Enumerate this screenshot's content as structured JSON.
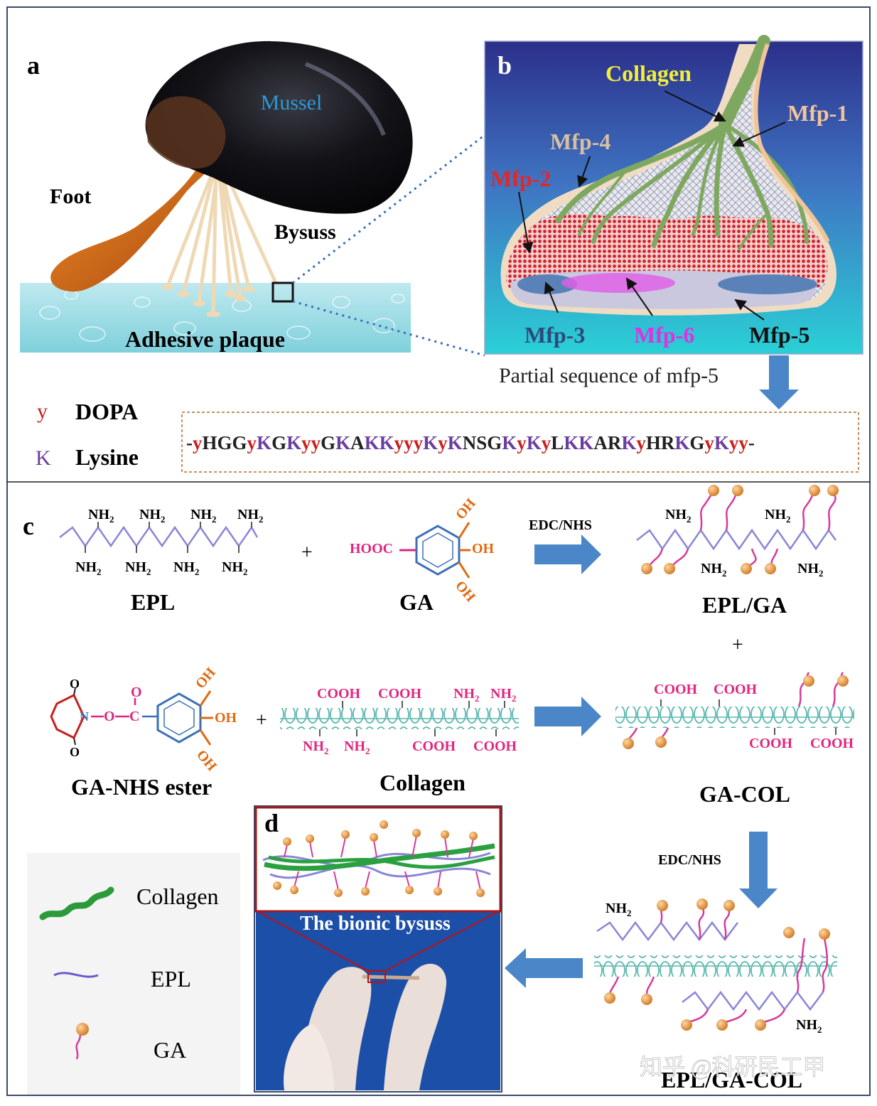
{
  "panel_a": {
    "letter": "a",
    "mussel": "Mussel",
    "foot": "Foot",
    "bysuss": "Bysuss",
    "plaque": "Adhesive plaque"
  },
  "panel_b": {
    "letter": "b",
    "collagen": "Collagen",
    "mfp1": "Mfp-1",
    "mfp2": "Mfp-2",
    "mfp3": "Mfp-3",
    "mfp4": "Mfp-4",
    "mfp5": "Mfp-5",
    "mfp6": "Mfp-6"
  },
  "sequence": {
    "caption": "Partial sequence of mfp-5",
    "legend": [
      {
        "symbol": "y",
        "name": "DOPA",
        "color": "#c8201e"
      },
      {
        "symbol": "K",
        "name": "Lysine",
        "color": "#6a3ea1"
      }
    ],
    "residues": [
      "-",
      "y",
      "H",
      "G",
      "G",
      "y",
      "K",
      "G",
      "K",
      "y",
      "y",
      "G",
      "K",
      "A",
      "K",
      "K",
      "y",
      "y",
      "y",
      "K",
      "y",
      "K",
      "N",
      "S",
      "G",
      "K",
      "y",
      "K",
      "y",
      "L",
      "K",
      "K",
      "A",
      "R",
      "K",
      "y",
      "H",
      "R",
      "K",
      "G",
      "y",
      "K",
      "y",
      "y",
      "-"
    ]
  },
  "panel_c": {
    "letter": "c",
    "nh2": "NH",
    "sub2": "2",
    "epl": "EPL",
    "ga": "GA",
    "hooc": "HOOC",
    "oh": "OH",
    "edc_nhs": "EDC/NHS",
    "epl_ga": "EPL/GA",
    "plus": "+",
    "ga_nhs": "GA-NHS ester",
    "n": "N",
    "o": "O",
    "c": "C",
    "cooh": "COOH",
    "collagen": "Collagen",
    "ga_col": "GA-COL",
    "epl_ga_col": "EPL/GA-COL"
  },
  "legend_d": {
    "collagen": "Collagen",
    "epl": "EPL",
    "ga": "GA"
  },
  "panel_d": {
    "letter": "d",
    "caption": "The bionic bysuss"
  },
  "watermark": "知乎 @科研民工甲",
  "colors": {
    "dopa": "#c8201e",
    "lysine": "#6a3ea1",
    "magenta": "#e0267f",
    "orange": "#e06a12",
    "collagen_helix": "#5bb8b0",
    "epl_chain": "#8a86d8",
    "ga_ball": "#e39a3c",
    "arrow": "#4a86c8",
    "panel_b_bg": "#3a5fb0"
  }
}
